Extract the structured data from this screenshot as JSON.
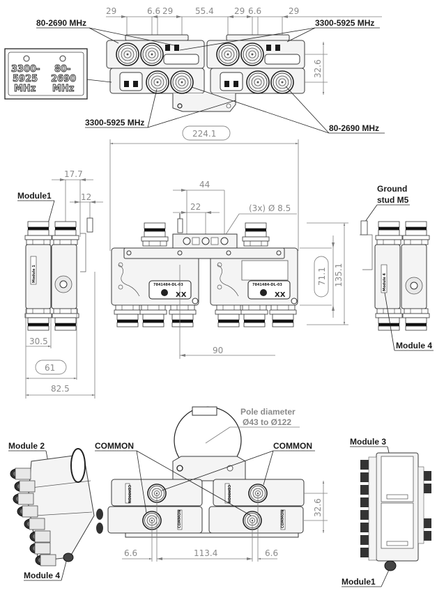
{
  "title": "Diplexer module mechanical drawing",
  "top_view": {
    "dims_top": [
      "29",
      "6.6",
      "29",
      "55.4",
      "29",
      "6.6",
      "29"
    ],
    "dim_height": "32.6",
    "labels": {
      "top_left": "80-2690 MHz",
      "top_right": "3300-5925 MHz",
      "bottom_left": "3300-5925 MHz",
      "bottom_right": "80-2690 MHz"
    },
    "inset": {
      "left_line1": "3300-",
      "left_line2": "5925",
      "left_line3": "MHz",
      "right_line1": "80-",
      "right_line2": "2690",
      "right_line3": "MHz"
    }
  },
  "front_view": {
    "overall_width": "224.1",
    "dim_44": "44",
    "dim_22": "22",
    "hole_note": "(3x)  Ø 8.5",
    "dim_71": "71.1",
    "dim_135": "135.1",
    "dim_90": "90",
    "part_label": "7841484-DL-03",
    "xx_label": "XX"
  },
  "left_view": {
    "label": "Module1",
    "dim_17": "17.7",
    "dim_12": "12",
    "dim_30": "30.5",
    "dim_61": "61",
    "dim_82": "82.5"
  },
  "right_view": {
    "ground_label_line1": "Ground",
    "ground_label_line2": "stud M5",
    "module_label": "Module 4"
  },
  "bottom_view": {
    "pole_line1": "Pole diameter",
    "pole_line2": "Ø43 to Ø122",
    "common_left": "COMMON",
    "common_right": "COMMON",
    "dim_6a": "6.6",
    "dim_113": "113.4",
    "dim_6b": "6.6",
    "dim_height": "32.6",
    "side_text": "COMMON"
  },
  "iso_left": {
    "module_top": "Module 2",
    "module_bottom": "Module 4"
  },
  "iso_right": {
    "module_top": "Module 3",
    "module_bottom": "Module1"
  }
}
